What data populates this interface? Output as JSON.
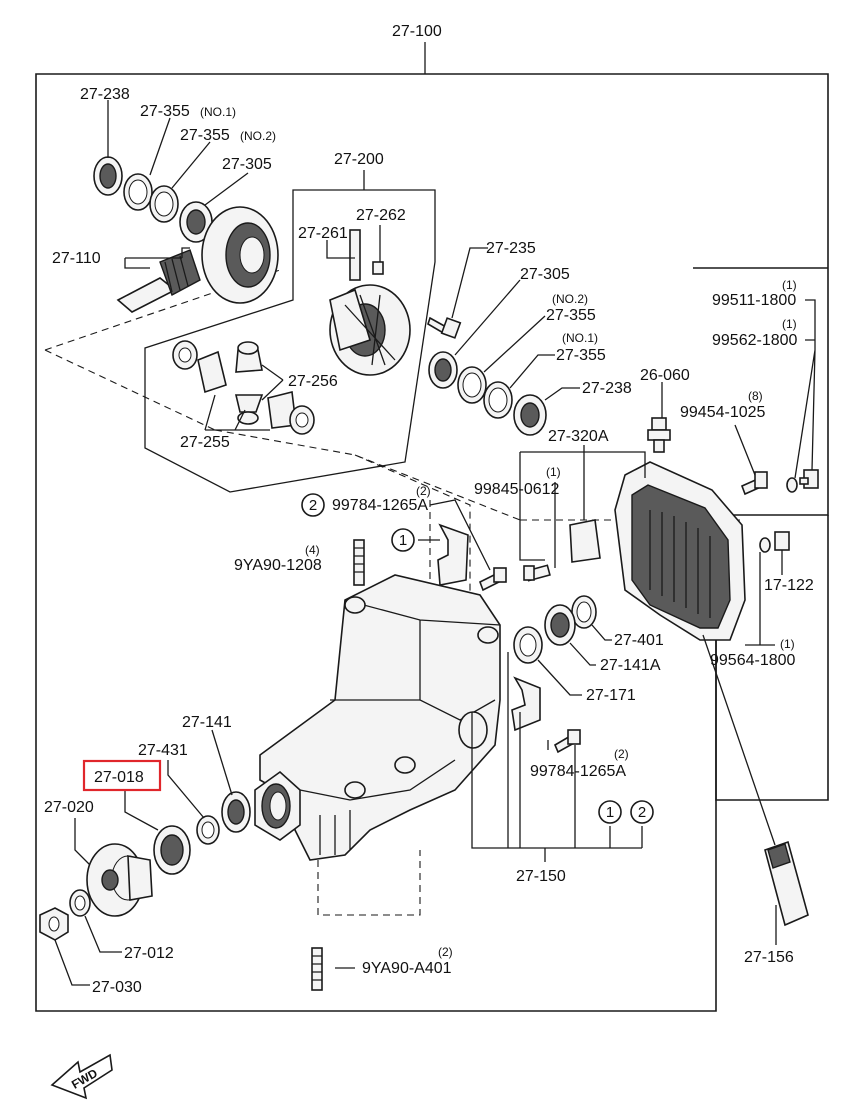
{
  "labels": {
    "l27_100": "27-100",
    "l27_238a": "27-238",
    "l27_355_no1_a": "27-355",
    "no1_a": "(NO.1)",
    "l27_355_no2_a": "27-355",
    "no2_a": "(NO.2)",
    "l27_305a": "27-305",
    "l27_200": "27-200",
    "l27_262": "27-262",
    "l27_261": "27-261",
    "l27_110": "27-110",
    "l27_235": "27-235",
    "l27_305b": "27-305",
    "no2_b": "(NO.2)",
    "l27_355b": "27-355",
    "no1_b": "(NO.1)",
    "l27_355c": "27-355",
    "l27_238b": "27-238",
    "l27_256": "27-256",
    "l27_255": "27-255",
    "l26_060": "26-060",
    "q99511": "(1)",
    "l99511": "99511-1800",
    "q99562": "(1)",
    "l99562": "99562-1800",
    "q99454": "(8)",
    "l99454": "99454-1025",
    "l27_320a": "27-320A",
    "q99845": "(1)",
    "l99845": "99845-0612",
    "q99784a": "(2)",
    "l99784a": "99784-1265A",
    "circ2a": "2",
    "circ1a": "1",
    "q9ya90_1208": "(4)",
    "l9ya90_1208": "9YA90-1208",
    "l17_122": "17-122",
    "l27_401": "27-401",
    "q99564": "(1)",
    "l99564": "99564-1800",
    "l27_141a": "27-141A",
    "l27_171": "27-171",
    "l27_141": "27-141",
    "l27_431": "27-431",
    "l27_018": "27-018",
    "q99784b": "(2)",
    "l99784b": "99784-1265A",
    "l27_020": "27-020",
    "circ1b": "1",
    "circ2b": "2",
    "l27_150": "27-150",
    "l27_012": "27-012",
    "q9ya90_a401": "(2)",
    "l9ya90_a401": "9YA90-A401",
    "l27_030": "27-030",
    "l27_156": "27-156",
    "fwd": "FWD"
  },
  "colors": {
    "highlight": "#e0262b",
    "line": "#1a1a1a"
  }
}
